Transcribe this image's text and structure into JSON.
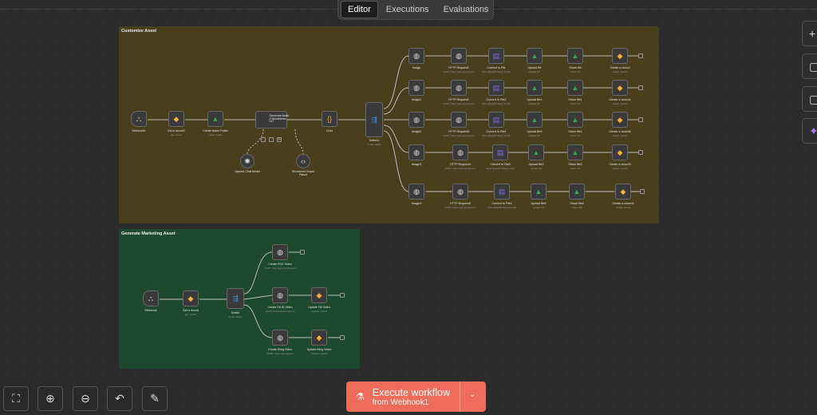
{
  "tabs": [
    {
      "label": "Editor"
    },
    {
      "label": "Executions"
    },
    {
      "label": "Evaluations"
    }
  ],
  "right_toolbar": [
    {
      "icon": "plus-icon",
      "glyph": "+"
    },
    {
      "icon": "sticky-note-icon",
      "glyph": "▢"
    },
    {
      "icon": "panel-icon",
      "glyph": "▢"
    },
    {
      "icon": "sparkle-icon",
      "glyph": "✦"
    }
  ],
  "customize": {
    "title": "Customize Asset",
    "webhook": {
      "label": "Webhook1"
    },
    "get_record": {
      "label": "Get a record1",
      "sub": "get: record"
    },
    "create_folder": {
      "label": "Create Asset Folder",
      "sub": "create: folder"
    },
    "agent": {
      "label": "Generate Asset Guidelines"
    },
    "code": {
      "label": "Code"
    },
    "switch": {
      "label": "Switch1",
      "sub": "mode: Rules"
    },
    "openai": {
      "label": "OpenAI Chat Model"
    },
    "parser": {
      "label": "Structured Output Parser"
    },
    "rows": [
      {
        "image": "Image",
        "http": "HTTP Request1",
        "http_sub": "POST: https://api.openai.com",
        "convert": "Convert to File",
        "convert_sub": "Move Base64 String to File",
        "upload": "Upload file",
        "upload_sub": "upload: file",
        "share": "Share file",
        "share_sub": "share: file",
        "create": "Create a record",
        "create_sub": "create: record"
      },
      {
        "image": "Image1",
        "http": "HTTP Request1",
        "http_sub": "POST: https://api.openai.com",
        "convert": "Convert to File2",
        "convert_sub": "Move Base64 String to File",
        "upload": "Upload file1",
        "upload_sub": "upload: file",
        "share": "Share file1",
        "share_sub": "share: file",
        "create": "Create a record1",
        "create_sub": "create: record"
      },
      {
        "image": "Image2",
        "http": "HTTP Request3",
        "http_sub": "POST: https://api.openai.com",
        "convert": "Convert to File1",
        "convert_sub": "Move Base64 String to File",
        "upload": "Upload file2",
        "upload_sub": "upload: file",
        "share": "Share file2",
        "share_sub": "share: file",
        "create": "Create a record2",
        "create_sub": "create: record"
      },
      {
        "image": "Image3",
        "http": "HTTP Request4",
        "http_sub": "POST: https://api.openai.com",
        "convert": "Convert to File3",
        "convert_sub": "Move Base64 String to File",
        "upload": "Upload file3",
        "upload_sub": "upload: file",
        "share": "Share file3",
        "share_sub": "share: file",
        "create": "Create a record3",
        "create_sub": "create: record"
      },
      {
        "image": "Image4",
        "http": "HTTP Request5",
        "http_sub": "POST: https://api.openai.com",
        "convert": "Convert to File4",
        "convert_sub": "Move Base64 String to File",
        "upload": "Upload file4",
        "upload_sub": "upload: file",
        "share": "Share file4",
        "share_sub": "share: file",
        "create": "Create a record4",
        "create_sub": "create: record"
      }
    ]
  },
  "marketing": {
    "title": "Generate Marketing Asset",
    "webhook": {
      "label": "Webhook"
    },
    "get_record": {
      "label": "Get a record",
      "sub": "get: record"
    },
    "switch": {
      "label": "Switch",
      "sub": "mode: Rules"
    },
    "branches": [
      {
        "create": "Create RCK Video",
        "create_sub": "POST: https://api.runway.com",
        "update": "",
        "update_sub": ""
      },
      {
        "create": "Create Fal AI Video",
        "create_sub": "POST: https://queue.fal.run",
        "update": "Update Fal Video",
        "update_sub": "update: record"
      },
      {
        "create": "Create Kling Video",
        "create_sub": "POST: https://api.piapi.ai",
        "update": "Update Kling Video",
        "update_sub": "update: record"
      }
    ]
  },
  "controls": [
    {
      "icon": "fit-view-icon",
      "glyph": "⛶"
    },
    {
      "icon": "zoom-in-icon",
      "glyph": "⊕"
    },
    {
      "icon": "zoom-out-icon",
      "glyph": "⊖"
    },
    {
      "icon": "undo-icon",
      "glyph": "↶"
    },
    {
      "icon": "clean-up-icon",
      "glyph": "✎"
    }
  ],
  "execute": {
    "line1": "Execute workflow",
    "line2": "from Webhook1"
  }
}
